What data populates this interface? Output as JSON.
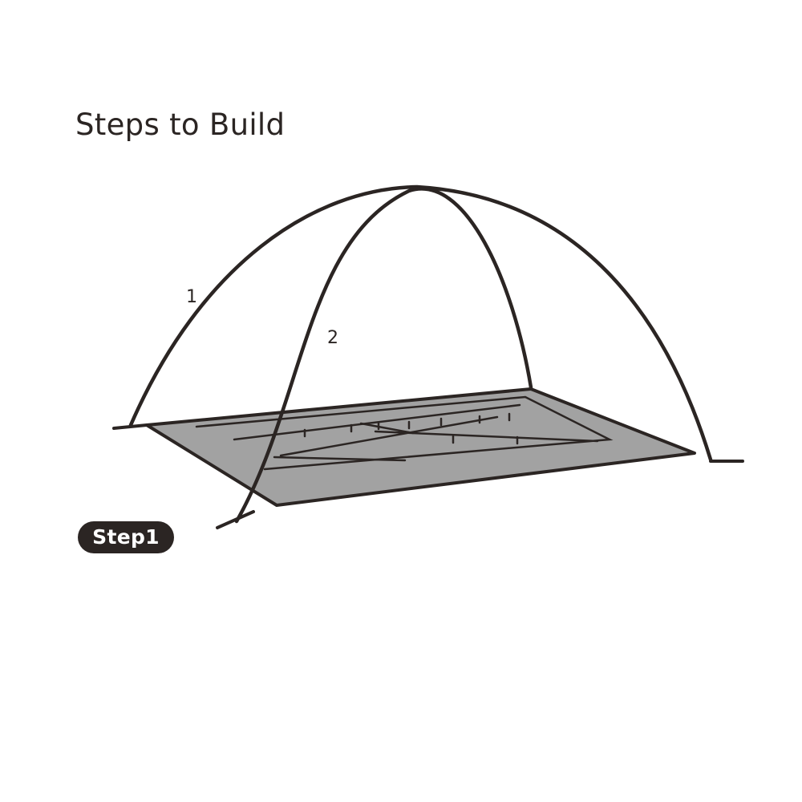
{
  "title": "Steps to Build",
  "diagram": {
    "pole_labels": [
      "1",
      "2"
    ]
  },
  "step_badge": "Step1",
  "colors": {
    "ink": "#2b2523",
    "floor": "#a2a2a2",
    "background": "#ffffff",
    "badge_text": "#ffffff"
  }
}
